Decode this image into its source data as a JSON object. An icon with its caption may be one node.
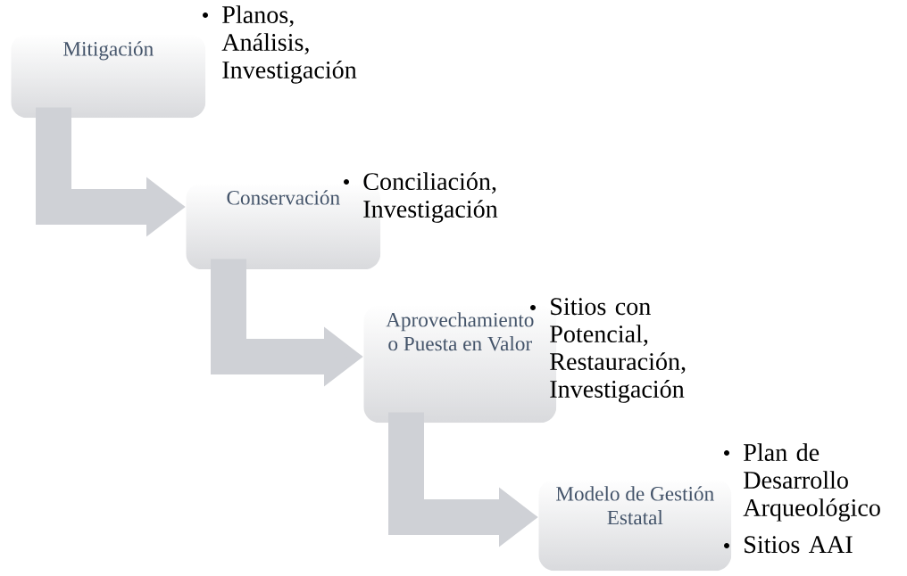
{
  "diagram": {
    "nodes": [
      {
        "text": [
          "Mitigación"
        ],
        "beside": [
          "Planos, Análisis, Investigación"
        ]
      },
      {
        "text": [
          "Conservación"
        ],
        "beside": [
          "Conciliación, Investigación"
        ]
      },
      {
        "text": [
          "Aprovechamiento o Puesta en Valor"
        ],
        "beside": [
          "Sitios con Potencial, Restauración, Investigación"
        ]
      },
      {
        "text": [
          "Modelo de Gestión Estatal"
        ],
        "beside": [
          "Plan de Desarrollo Arqueológico",
          "Sitios AAI"
        ]
      }
    ],
    "edges": [
      {
        "from": 0,
        "to": 1,
        "arrow": "to"
      },
      {
        "from": 1,
        "to": 2,
        "arrow": "to"
      },
      {
        "from": 2,
        "to": 3,
        "arrow": "to"
      }
    ]
  }
}
